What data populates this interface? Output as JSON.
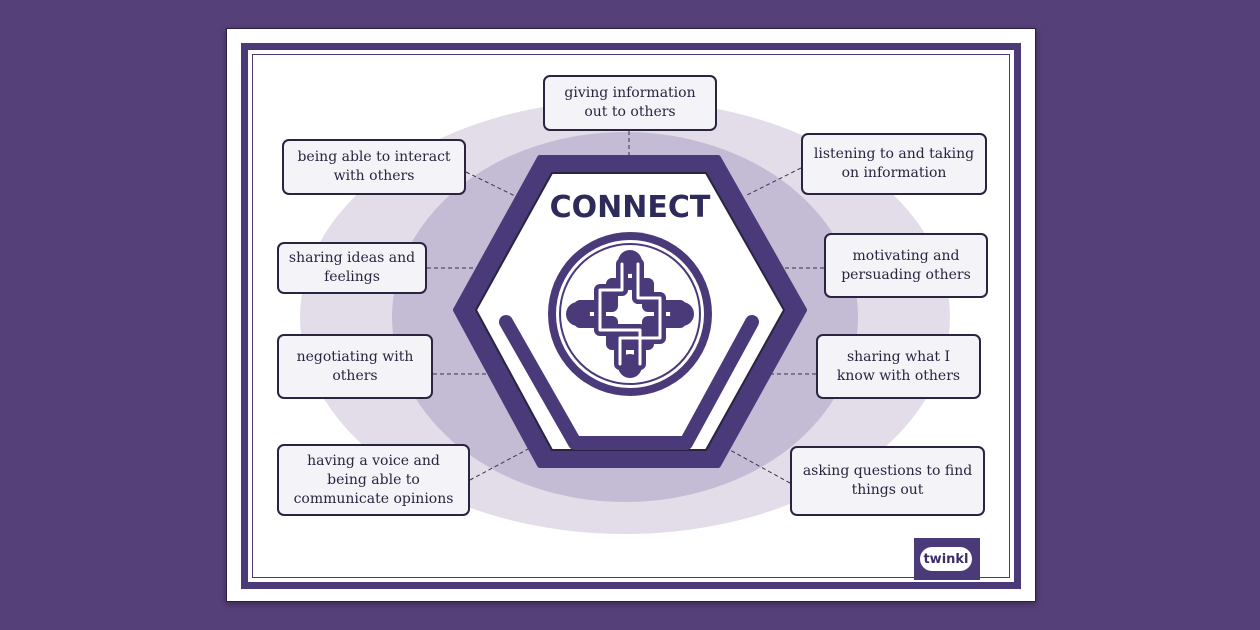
{
  "poster": {
    "title": "CONNECT",
    "logo_text": "twinkl",
    "skills": [
      "giving information out to others",
      "being able to interact with others",
      "listening to and taking on information",
      "sharing ideas and feelings",
      "motivating and persuading others",
      "negotiating with others",
      "sharing what I know with others",
      "having a voice and being able to communicate opinions",
      "asking questions to find things out"
    ]
  },
  "colors": {
    "background": "#56407a",
    "frame": "#4a3a7a",
    "ellipse_outer": "#e2dde9",
    "ellipse_inner": "#c4bbd4",
    "hexagon": "#4a3a7a",
    "text": "#2a2440"
  },
  "icons": {
    "center_symbol": "interlocking-knot-icon",
    "logo": "twinkl-logo"
  }
}
